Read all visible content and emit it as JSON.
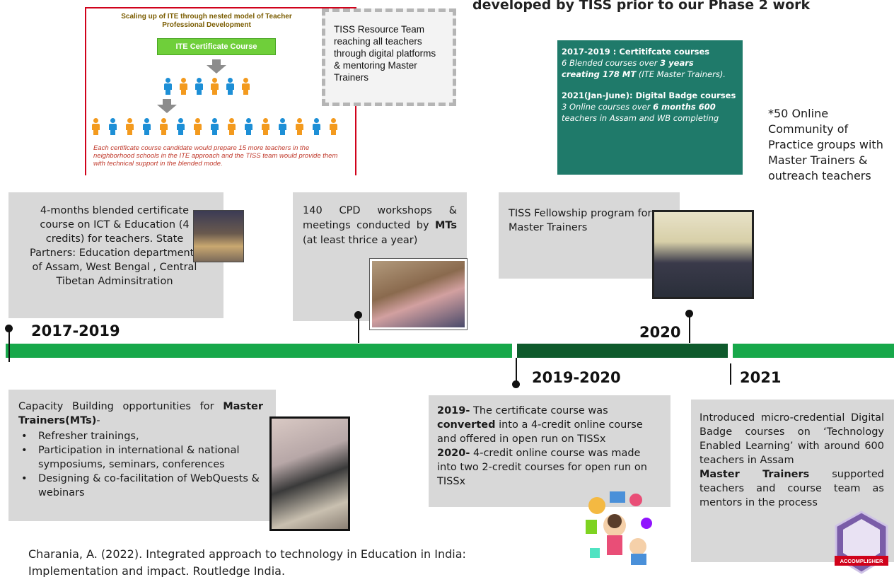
{
  "heading": "developed by TISS prior to our Phase 2 work",
  "inset": {
    "title": "Scaling up of ITE through nested model of Teacher Professional Development",
    "button_label": "ITE Certificate Course",
    "row1": [
      "blue",
      "orange",
      "blue",
      "orange",
      "blue",
      "orange"
    ],
    "row2": [
      "orange",
      "blue",
      "orange",
      "blue",
      "orange",
      "blue",
      "orange",
      "blue",
      "orange",
      "blue",
      "orange",
      "blue",
      "orange",
      "blue",
      "orange"
    ],
    "caption": "Each certificate course candidate would prepare 15 more teachers in the neighborhood schools in the ITE approach and the TISS team would provide them with technical support in the blended mode.",
    "colors": {
      "border": "#d0021b",
      "button": "#6fcf3a",
      "blue": "#1d8fd6",
      "orange": "#f39a1e"
    }
  },
  "resource_box": "TISS Resource Team reaching all teachers through digital platforms & mentoring Master Trainers",
  "teal_box": {
    "line1_bold": "2017-2019 : Certitifcate courses",
    "line2_a": "6  Blended courses over ",
    "line2_b": "3 years",
    "line3_b": "creating 178 MT",
    "line3_a": " (ITE Master Trainers).",
    "line4_bold": "2021(Jan-June): Digital Badge courses",
    "line5_a": "3  Online courses over ",
    "line5_b": "6 months  600",
    "line6": "teachers in Assam and WB completing",
    "color": "#1f7a6a"
  },
  "online_note": "*50 Online Community of Practice groups with Master Trainers & outreach teachers",
  "box_blended": "4-months blended certificate course on ICT & Education (4 credits) for teachers. State Partners: Education departments of Assam, West Bengal , Central Tibetan Adminsitration",
  "box_cpd": {
    "a": "140 CPD workshops & meetings conducted by ",
    "b": "MTs",
    "c": " (at least thrice a year)"
  },
  "box_fellow": "TISS Fellowship program for Master Trainers",
  "timeline": {
    "y1": "2017-2019",
    "y2": "2020",
    "y3": "2019-2020",
    "y4": "2021",
    "colors": {
      "green": "#17a84a",
      "dark": "#0e5a2c"
    }
  },
  "box_capacity": {
    "intro_a": "Capacity Building opportunities for ",
    "intro_b": "Master Trainers(MTs)",
    "intro_c": "-",
    "items": [
      "Refresher trainings,",
      "Participation in international & national symposiums, seminars, conferences",
      "Designing & co-facilitation of WebQuests & webinars"
    ]
  },
  "box_cert": {
    "a_bold": "2019-",
    "a1": " The certificate course was ",
    "a2_bold": "converted",
    "a3": " into a 4-credit online course and offered in open run on TISSx",
    "b_bold": "2020-",
    "b1": " 4-credit online course was made into two 2-credit courses for open run on TISSx"
  },
  "box_micro": {
    "a": "Introduced micro-credential Digital Badge courses on ‘Technology Enabled Learning’ with around 600 teachers in Assam",
    "b_bold": "Master Trainers",
    "b": " supported teachers and course team as mentors in the process"
  },
  "badge_text": "ACCOMPLISHER",
  "citation": "Charania, A. (2022). Integrated approach to technology in Education in India: Implementation and impact. Routledge India."
}
